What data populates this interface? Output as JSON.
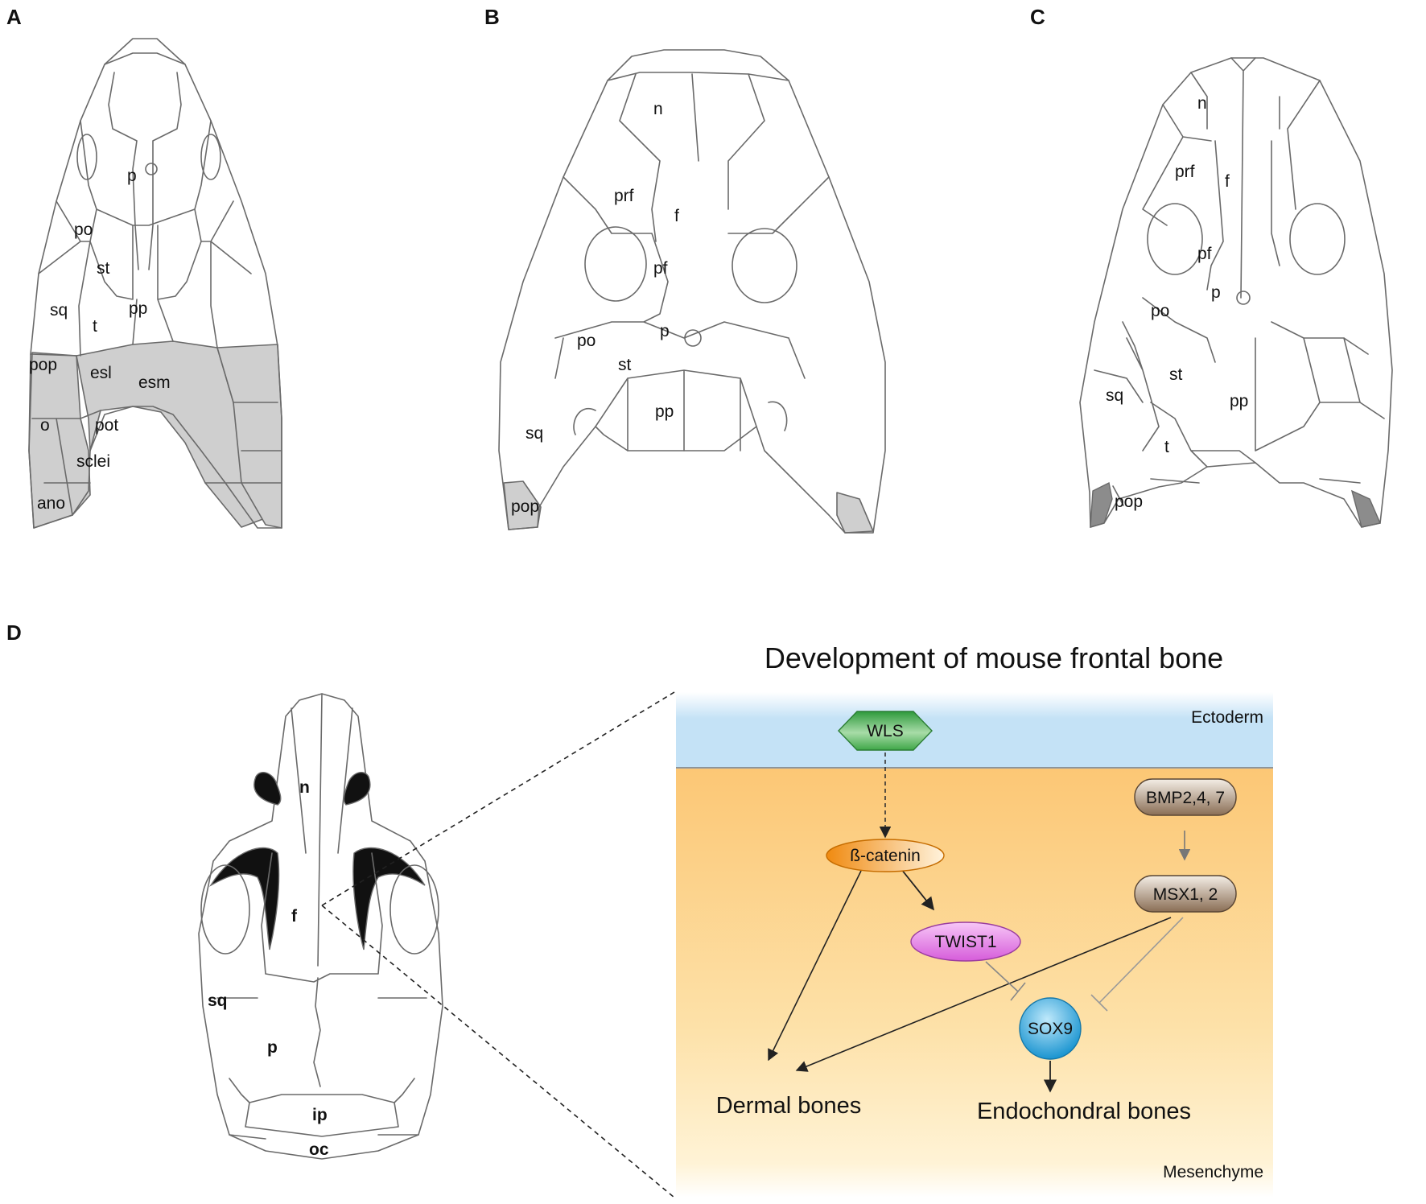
{
  "panels": {
    "A": {
      "letter": "A",
      "labels": {
        "p": "p",
        "po": "po",
        "st": "st",
        "sq": "sq",
        "t": "t",
        "pp": "pp",
        "pop": "pop",
        "esl": "esl",
        "esm": "esm",
        "o": "o",
        "pot": "pot",
        "sclei": "sclei",
        "ano": "ano"
      }
    },
    "B": {
      "letter": "B",
      "labels": {
        "n": "n",
        "prf": "prf",
        "f": "f",
        "pf": "pf",
        "p": "p",
        "po": "po",
        "st": "st",
        "pp": "pp",
        "sq": "sq",
        "pop": "pop"
      }
    },
    "C": {
      "letter": "C",
      "labels": {
        "n": "n",
        "prf": "prf",
        "f": "f",
        "pf": "pf",
        "p": "p",
        "po": "po",
        "st": "st",
        "pp": "pp",
        "sq": "sq",
        "t": "t",
        "pop": "pop"
      }
    },
    "D": {
      "letter": "D",
      "labels": {
        "n": "n",
        "f": "f",
        "sq": "sq",
        "p": "p",
        "ip": "ip",
        "oc": "oc"
      }
    }
  },
  "pathway": {
    "title": "Development of mouse frontal bone",
    "layers": {
      "ectoderm": "Ectoderm",
      "mesenchyme": "Mesenchyme"
    },
    "nodes": {
      "wls": "WLS",
      "bcatenin": "ß-catenin",
      "twist1": "TWIST1",
      "bmp": "BMP2,4, 7",
      "msx": "MSX1, 2",
      "sox9": "SOX9"
    },
    "outcomes": {
      "dermal": "Dermal bones",
      "endochondral": "Endochondral bones"
    },
    "colors": {
      "ectoderm_top": "#ffffff",
      "ectoderm_bottom": "#c4e2f6",
      "mesenchyme_top": "#fcc775",
      "mesenchyme_bottom": "#fff3d6",
      "wls": "#3fa748",
      "bcatenin": "#f39a1e",
      "twist1": "#e27ae6",
      "bmp_msx": "#8a6e55",
      "sox9": "#2aa8e0",
      "skull_grey": "#cfcfcf",
      "skull_dark_grey": "#8c8c8c",
      "orbit_black": "#111111"
    }
  }
}
